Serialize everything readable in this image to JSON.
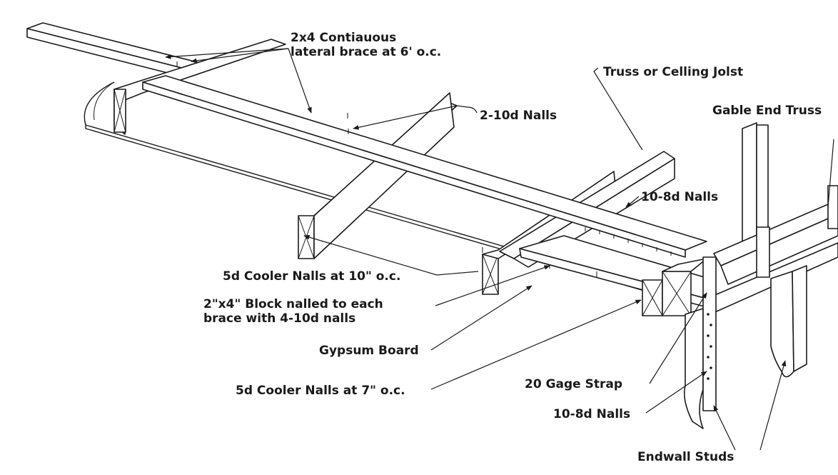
{
  "labels": {
    "lateral_brace_line1": "2x4 Contiauous",
    "lateral_brace_line2": "lateral brace at 6' o.c.",
    "truss_or_ceiling_joist": "Truss or Celling Jolst",
    "gable_end_truss": "Gable End Truss",
    "two_10d_nails": "2-10d Nalls",
    "ten_8d_nails_top": "10-8d Nalls",
    "cooler_nails_10": "5d Cooler Nalls at 10\" o.c.",
    "block_line1": "2\"x4\" Block nalled to each",
    "block_line2": "brace with 4-10d nalls",
    "gypsum_board": "Gypsum Board",
    "cooler_nails_7": "5d Cooler Nalls at 7\" o.c.",
    "gage_strap": "20 Gage Strap",
    "ten_8d_nails_bottom": "10-8d Nalls",
    "endwall_studs": "Endwall Studs"
  }
}
